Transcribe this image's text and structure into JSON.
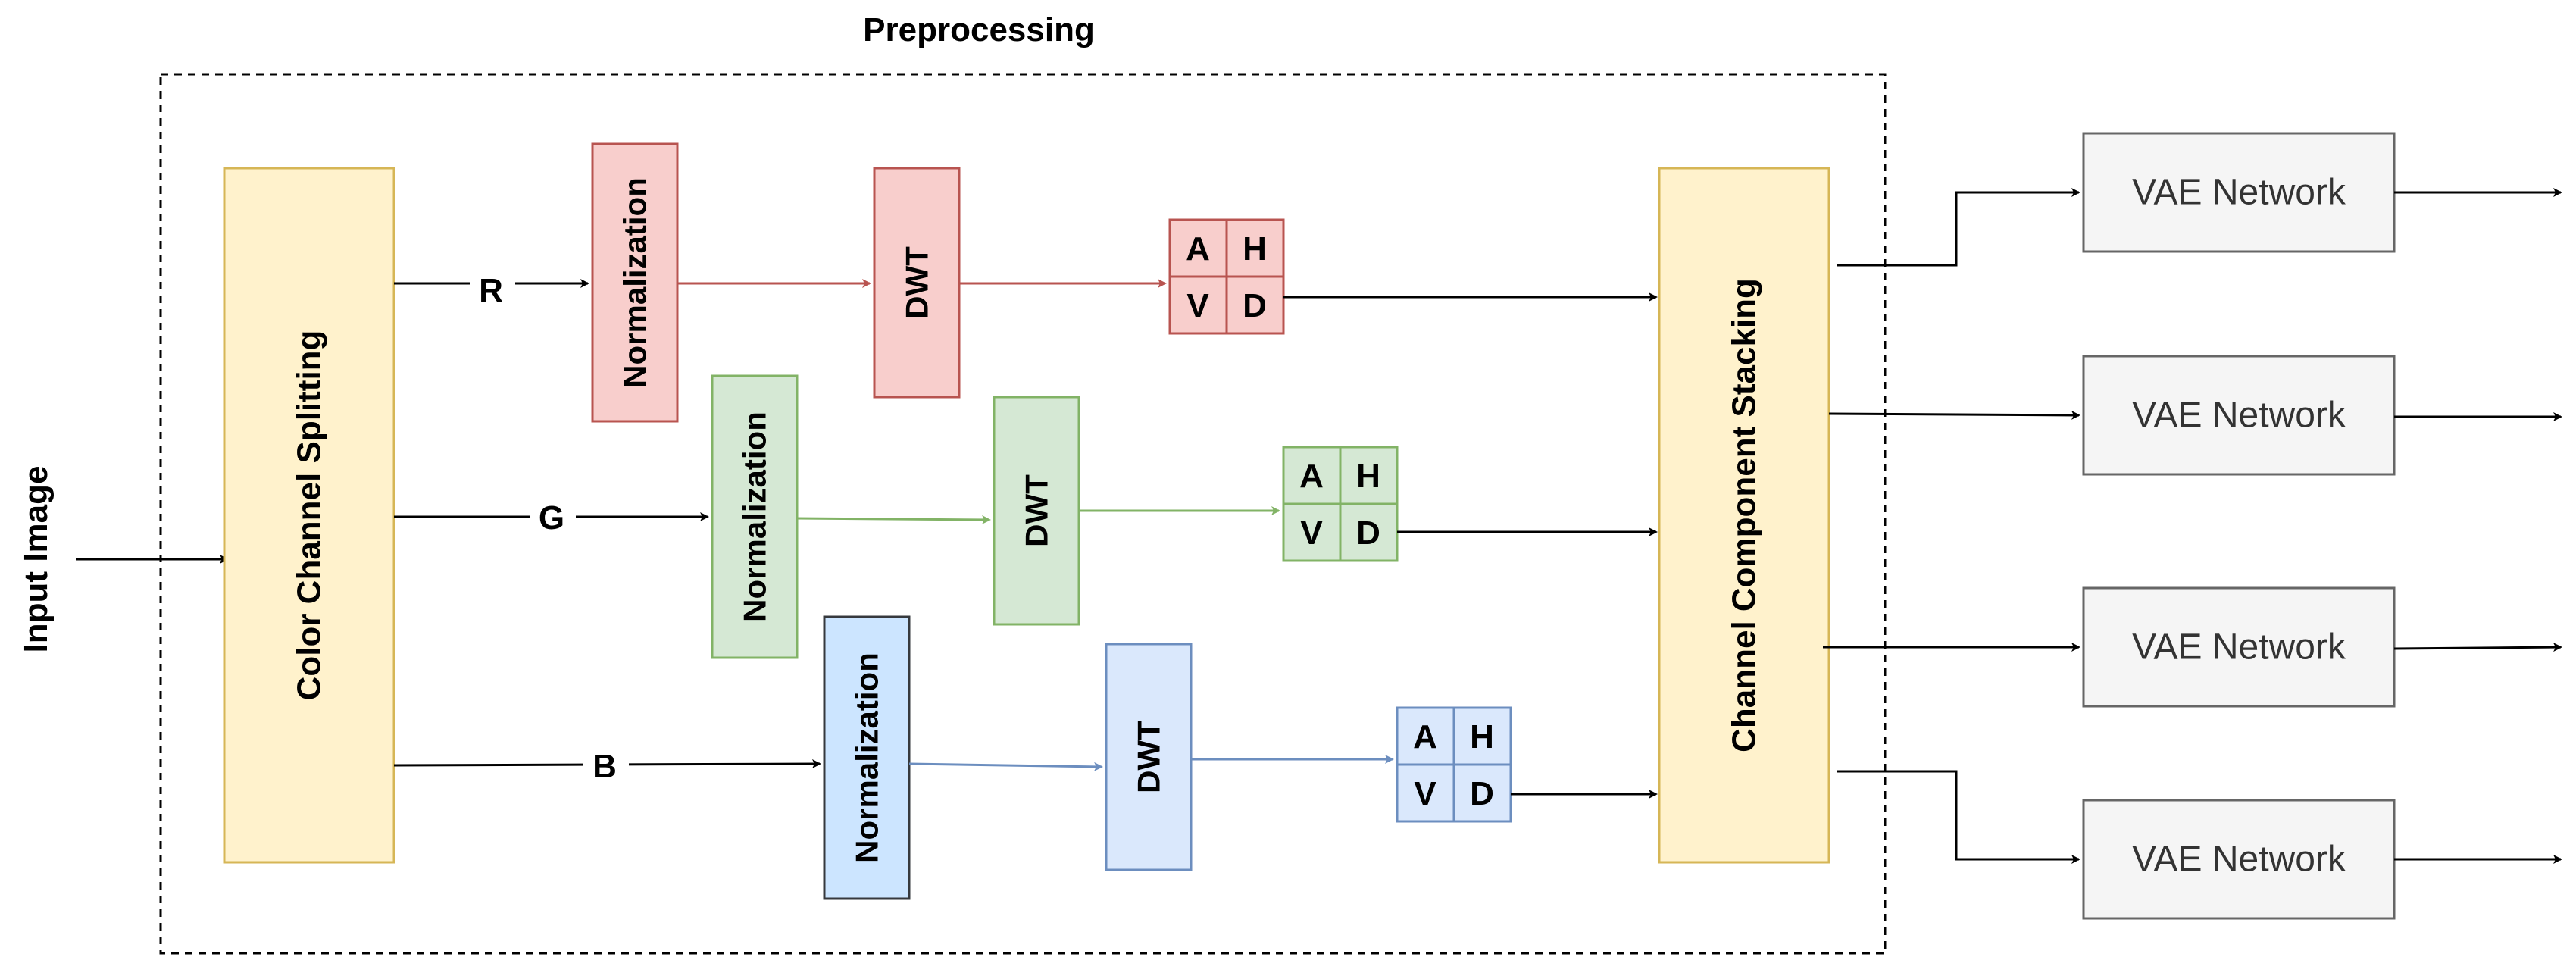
{
  "diagram": {
    "preprocessing_label": "Preprocessing",
    "input_label": "Input Image",
    "splitter_label": "Color Channel Splitting",
    "stacking_label": "Channel Component Stacking",
    "channels": [
      {
        "letter": "R",
        "normalization": "Normalization",
        "dwt": "DWT",
        "grid": [
          "A",
          "H",
          "V",
          "D"
        ]
      },
      {
        "letter": "G",
        "normalization": "Normalization",
        "dwt": "DWT",
        "grid": [
          "A",
          "H",
          "V",
          "D"
        ]
      },
      {
        "letter": "B",
        "normalization": "Normalization",
        "dwt": "DWT",
        "grid": [
          "A",
          "H",
          "V",
          "D"
        ]
      }
    ],
    "vae_networks": [
      "VAE Network",
      "VAE Network",
      "VAE Network",
      "VAE Network"
    ]
  },
  "colors": {
    "red_fill": "#f8cecc",
    "red_stroke": "#b85450",
    "green_fill": "#d5e8d4",
    "green_stroke": "#82b366",
    "blue_fill": "#dae8fc",
    "blue_stroke": "#6c8ebf",
    "blue_norm_fill": "#cce5ff",
    "blue_norm_stroke": "#36393d",
    "yellow_fill": "#fff2cc",
    "yellow_stroke": "#d6b656",
    "gray_fill": "#f5f5f5",
    "gray_stroke": "#666666",
    "arrow": "#000000"
  }
}
